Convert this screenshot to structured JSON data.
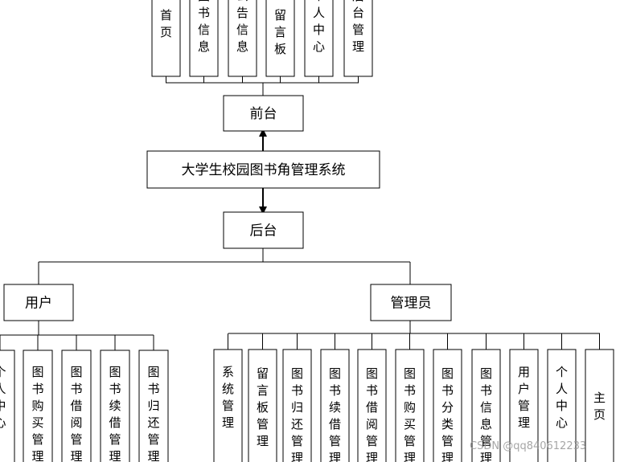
{
  "root": {
    "label": "大学生校园图书角管理系统"
  },
  "front": {
    "label": "前台",
    "children": [
      "首页",
      "图书信息",
      "公告信息",
      "留言板",
      "个人中心",
      "后台管理"
    ]
  },
  "back": {
    "label": "后台"
  },
  "user": {
    "label": "用户",
    "children": [
      "个人中心",
      "图书购买管理",
      "图书借阅管理",
      "图书续借管理",
      "图书归还管理"
    ]
  },
  "admin": {
    "label": "管理员",
    "children": [
      "系统管理",
      "留言板管理",
      "图书归还管理",
      "图书续借管理",
      "图书借阅管理",
      "图书购买管理",
      "图书分类管理",
      "图书信息管理",
      "用户管理",
      "个人中心",
      "主页"
    ]
  },
  "watermark": "CSDN @qq840612233"
}
